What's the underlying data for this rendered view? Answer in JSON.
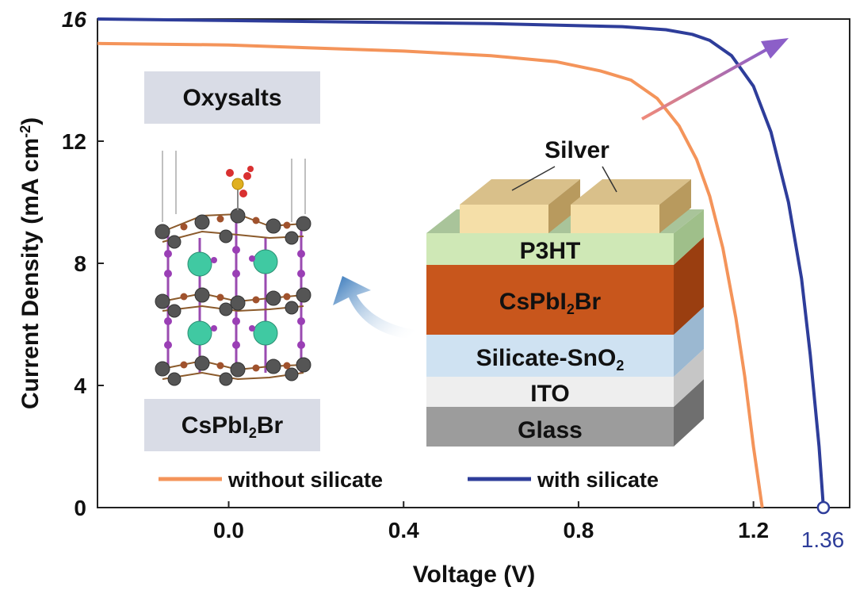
{
  "chart_data": {
    "type": "line",
    "xlabel": "Voltage (V)",
    "ylabel_main": "Current Density (mA cm",
    "ylabel_sup": "-2",
    "ylabel_end": ")",
    "xlim": [
      -0.3,
      1.42
    ],
    "ylim": [
      0,
      16
    ],
    "x_ticks": [
      "0.0",
      "0.4",
      "0.8",
      "1.2"
    ],
    "y_ticks": [
      "0",
      "4",
      "8",
      "12",
      "16"
    ],
    "voc_marker_label": "1.36",
    "series": [
      {
        "name": "without silicate",
        "color": "#f4945a",
        "x": [
          -0.3,
          0.0,
          0.2,
          0.4,
          0.6,
          0.75,
          0.85,
          0.92,
          0.98,
          1.03,
          1.07,
          1.1,
          1.13,
          1.16,
          1.18,
          1.2,
          1.22
        ],
        "y": [
          15.2,
          15.15,
          15.05,
          14.95,
          14.8,
          14.6,
          14.3,
          14.0,
          13.4,
          12.5,
          11.4,
          10.2,
          8.5,
          6.2,
          4.3,
          2.0,
          0
        ]
      },
      {
        "name": "with silicate",
        "color": "#2e3d9a",
        "x": [
          -0.3,
          0.0,
          0.3,
          0.6,
          0.9,
          1.0,
          1.06,
          1.1,
          1.15,
          1.2,
          1.24,
          1.28,
          1.31,
          1.33,
          1.35,
          1.36
        ],
        "y": [
          16.0,
          15.95,
          15.9,
          15.85,
          15.75,
          15.65,
          15.5,
          15.3,
          14.8,
          13.8,
          12.3,
          10.0,
          7.5,
          5.0,
          2.0,
          0
        ]
      }
    ]
  },
  "inset": {
    "oxysalts_label": "Oxysalts",
    "crystal_label_pre": "CsPbI",
    "crystal_label_sub": "2",
    "crystal_label_post": "Br",
    "silver_label": "Silver",
    "layers": {
      "p3ht": "P3HT",
      "perov_pre": "CsPbI",
      "perov_sub": "2",
      "perov_post": "Br",
      "silicate_pre": "Silicate-SnO",
      "silicate_sub": "2",
      "ito": "ITO",
      "glass": "Glass"
    }
  }
}
